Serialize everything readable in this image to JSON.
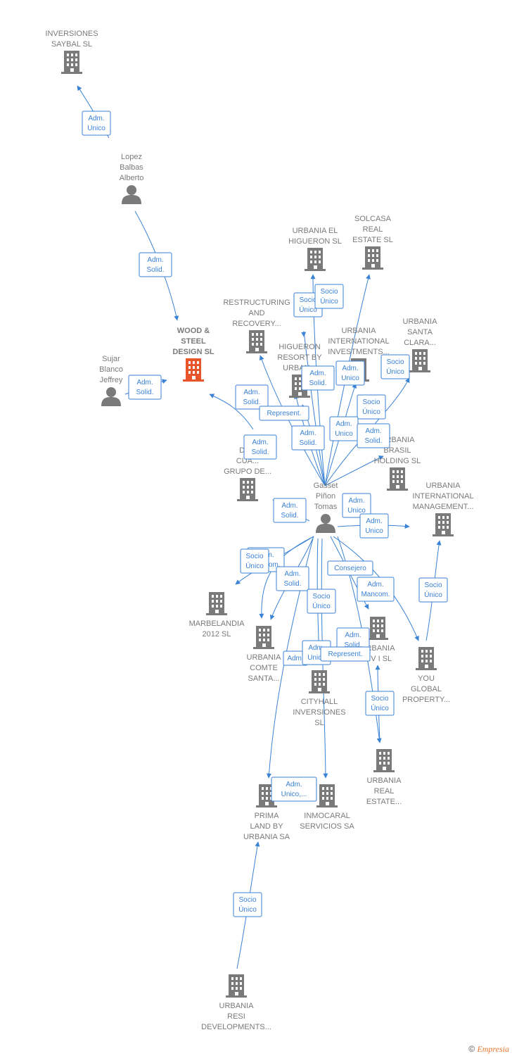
{
  "colors": {
    "edge": "#3a82d4",
    "node": "#7a7a7a",
    "focus": "#e8552a"
  },
  "nodes": [
    {
      "id": "saybal",
      "type": "company",
      "lines": [
        "INVERSIONES",
        "SAYBAL  SL"
      ]
    },
    {
      "id": "lopez",
      "type": "person",
      "lines": [
        "Lopez",
        "Balbas",
        "Alberto"
      ]
    },
    {
      "id": "wood",
      "type": "company-focus",
      "lines": [
        "WOOD &",
        "STEEL",
        "DESIGN  SL"
      ]
    },
    {
      "id": "sujar",
      "type": "person",
      "lines": [
        "Sujar",
        "Blanco",
        "Jeffrey"
      ]
    },
    {
      "id": "restructuring",
      "type": "company",
      "lines": [
        "RESTRUCTURING",
        "AND",
        "RECOVERY..."
      ]
    },
    {
      "id": "elhigueron",
      "type": "company",
      "lines": [
        "URBANIA EL",
        "HIGUERON  SL"
      ]
    },
    {
      "id": "solcasa",
      "type": "company",
      "lines": [
        "SOLCASA",
        "REAL",
        "ESTATE  SL"
      ]
    },
    {
      "id": "uintinv",
      "type": "company",
      "lines": [
        "URBANIA",
        "INTERNATIONAL",
        "INVESTMENTS..."
      ]
    },
    {
      "id": "santaclara",
      "type": "company",
      "lines": [
        "URBANIA",
        "SANTA",
        "CLARA..."
      ]
    },
    {
      "id": "higueronresort",
      "type": "company",
      "lines": [
        "HIGUERON",
        "RESORT BY",
        "URBAN..."
      ]
    },
    {
      "id": "brasil",
      "type": "company",
      "lines": [
        "URBANIA",
        "BRASIL",
        "HOLDING  SL"
      ]
    },
    {
      "id": "dos",
      "type": "company",
      "lines": [
        "DOS",
        "CUA...",
        "GRUPO DE..."
      ]
    },
    {
      "id": "gasset",
      "type": "person",
      "lines": [
        "Gasset",
        "Piñon",
        "Tomas"
      ]
    },
    {
      "id": "uintmgmt",
      "type": "company",
      "lines": [
        "URBANIA",
        "INTERNATIONAL",
        "MANAGEMENT..."
      ]
    },
    {
      "id": "marbelandia",
      "type": "company",
      "lines": [
        "MARBELANDIA",
        "2012 SL"
      ]
    },
    {
      "id": "comte",
      "type": "company",
      "lines": [
        "URBANIA",
        "COMTE",
        "SANTA..."
      ]
    },
    {
      "id": "cityhall",
      "type": "company",
      "lines": [
        "CITYHALL",
        "INVERSIONES",
        "SL"
      ]
    },
    {
      "id": "piv",
      "type": "company",
      "lines": [
        "URBANIA",
        "PIV I  SL"
      ]
    },
    {
      "id": "youglobal",
      "type": "company",
      "lines": [
        "YOU",
        "GLOBAL",
        "PROPERTY..."
      ]
    },
    {
      "id": "realestate",
      "type": "company",
      "lines": [
        "URBANIA",
        "REAL",
        "ESTATE..."
      ]
    },
    {
      "id": "prima",
      "type": "company",
      "lines": [
        "PRIMA",
        "LAND BY",
        "URBANIA SA"
      ]
    },
    {
      "id": "inmocaral",
      "type": "company",
      "lines": [
        "INMOCARAL",
        "SERVICIOS SA"
      ]
    },
    {
      "id": "resi",
      "type": "company",
      "lines": [
        "URBANIA",
        "RESI",
        "DEVELOPMENTS..."
      ]
    }
  ],
  "relations": [
    {
      "lines": [
        "Adm.",
        "Unico"
      ]
    },
    {
      "lines": [
        "Adm.",
        "Solid."
      ]
    },
    {
      "lines": [
        "Adm.",
        "Solid."
      ]
    },
    {
      "lines": [
        "Socio",
        "Único"
      ]
    },
    {
      "lines": [
        "Socio",
        "Único"
      ]
    },
    {
      "lines": [
        "Adm.",
        "Solid."
      ]
    },
    {
      "lines": [
        "Adm.",
        "Unico"
      ]
    },
    {
      "lines": [
        "Socio",
        "Único"
      ]
    },
    {
      "lines": [
        "Adm.",
        "Solid."
      ]
    },
    {
      "lines": [
        "Represent."
      ]
    },
    {
      "lines": [
        "Socio",
        "Único"
      ]
    },
    {
      "lines": [
        "Adm.",
        "Solid."
      ]
    },
    {
      "lines": [
        "Adm.",
        "Unico"
      ]
    },
    {
      "lines": [
        "Adm.",
        "Solid."
      ]
    },
    {
      "lines": [
        "Adm.",
        "Solid."
      ]
    },
    {
      "lines": [
        "Adm.",
        "Solid."
      ]
    },
    {
      "lines": [
        "Adm.",
        "Unico"
      ]
    },
    {
      "lines": [
        "Adm.",
        "Unico"
      ]
    },
    {
      "lines": [
        "Adm.",
        "Mancom."
      ]
    },
    {
      "lines": [
        "Socio",
        "Único"
      ]
    },
    {
      "lines": [
        "Adm.",
        "Solid."
      ]
    },
    {
      "lines": [
        "Consejero"
      ]
    },
    {
      "lines": [
        "Adm.",
        "Mancom."
      ]
    },
    {
      "lines": [
        "Socio",
        "Único"
      ]
    },
    {
      "lines": [
        "Adm.",
        "Solid."
      ]
    },
    {
      "lines": [
        "Adm."
      ]
    },
    {
      "lines": [
        "Adm.",
        "Unico"
      ]
    },
    {
      "lines": [
        "Represent."
      ]
    },
    {
      "lines": [
        "Socio",
        "Único"
      ]
    },
    {
      "lines": [
        "Socio",
        "Único"
      ]
    },
    {
      "lines": [
        "Adm.",
        "Unico,..."
      ]
    },
    {
      "lines": [
        "Socio",
        "Único"
      ]
    }
  ],
  "footer": {
    "copyright": "©",
    "brand": "Empresia"
  }
}
